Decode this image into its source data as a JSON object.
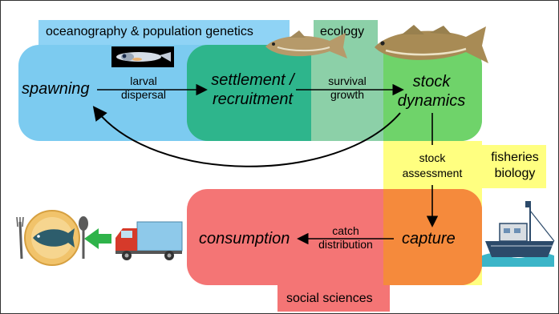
{
  "tags": {
    "oceanography": "oceanography & population genetics",
    "ecology": "ecology",
    "fisheries_biology": [
      "fisheries",
      "biology"
    ],
    "social_sciences": "social sciences"
  },
  "nodes": {
    "spawning": "spawning",
    "settlement": [
      "settlement /",
      "recruitment"
    ],
    "stock_dynamics": [
      "stock",
      "dynamics"
    ],
    "capture": "capture",
    "consumption": "consumption"
  },
  "edges": {
    "larval_dispersal": [
      "larval",
      "dispersal"
    ],
    "survival_growth": [
      "survival",
      "growth"
    ],
    "stock_assessment": [
      "stock",
      "assessment"
    ],
    "catch_distribution": [
      "catch",
      "distribution"
    ]
  },
  "colors": {
    "oceanography_blue": "#7ccbf0",
    "oceanography_tag": "#8fd3f5",
    "ecology_green": "#8cd0a8",
    "settlement_teal": "#2eb58c",
    "stock_green": "#6fd36a",
    "fisheries_yellow": "#ffff80",
    "social_red": "#f47575",
    "capture_orange": "#f58a3c",
    "arrow_green": "#2fb34a"
  },
  "icons": [
    "larva-fish-icon",
    "cod-fish-icon",
    "cod-fish-large-icon",
    "fishing-boat-icon",
    "delivery-truck-icon",
    "fish-on-plate-icon",
    "green-left-arrow-icon"
  ]
}
